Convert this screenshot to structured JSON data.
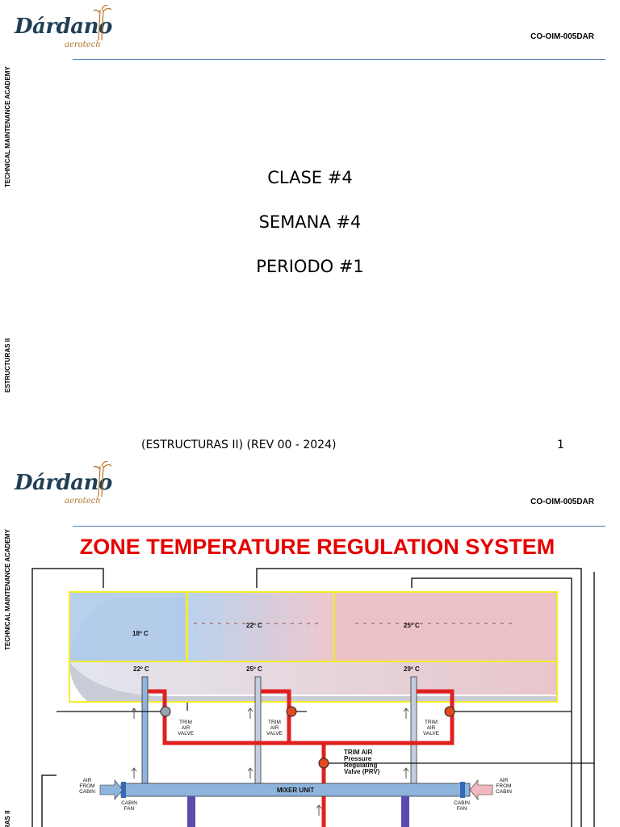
{
  "slide1": {
    "logo": {
      "name": "Dárdano",
      "sub": "aerotech"
    },
    "code": "CO-OIM-005DAR",
    "side_text_top": "TECHNICAL MAINTENANCE ACADEMY",
    "side_text_bottom": "ESTRUCTURAS II",
    "lines": [
      "CLASE #4",
      "SEMANA #4",
      "PERIODO #1"
    ],
    "footer": "(ESTRUCTURAS II) (REV 00 - 2024)",
    "page_number": "1"
  },
  "slide2": {
    "logo": {
      "name": "Dárdano",
      "sub": "aerotech"
    },
    "code": "CO-OIM-005DAR",
    "side_text_top": "TECHNICAL MAINTENANCE ACADEMY",
    "side_text_bottom": "RAS II",
    "title": "ZONE TEMPERATURE REGULATION SYSTEM",
    "diagram": {
      "zone_temps": [
        "18º C",
        "22º C",
        "25º C"
      ],
      "duct_temps": [
        "22º C",
        "25º C",
        "29º C"
      ],
      "trim_valve": [
        "TRIM",
        "AIR",
        "VALVE"
      ],
      "prv": [
        "TRIM AIR",
        "Pressure",
        "Regulating",
        "Valve (PRV)"
      ],
      "mixer": "MIXER UNIT",
      "air_from_cabin": [
        "AIR",
        "FROM",
        "CABIN"
      ],
      "cabin_fan": [
        "CABIN",
        "FAN"
      ],
      "colors": {
        "cold": "#8db4dc",
        "hot": "#e02020",
        "zone_border": "#f2ec2a"
      }
    }
  }
}
